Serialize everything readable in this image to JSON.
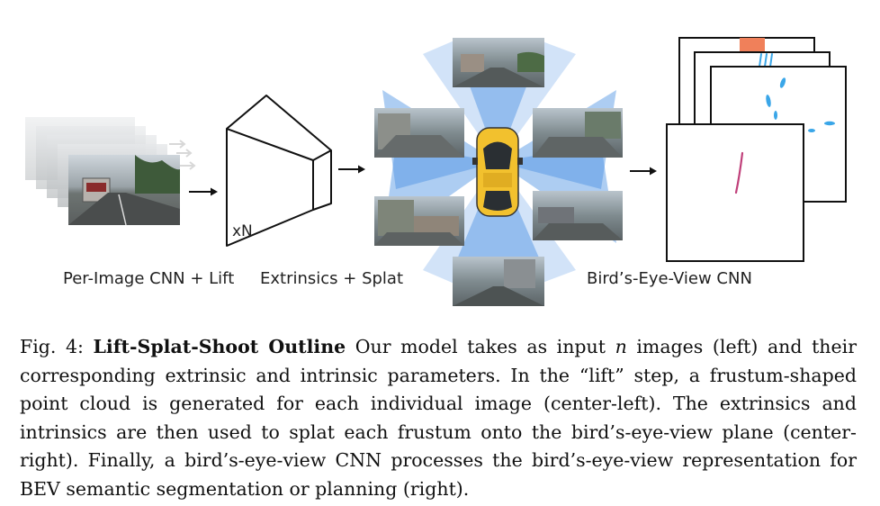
{
  "figure": {
    "stage_labels": {
      "lift": "Per-Image CNN + Lift",
      "splat": "Extrinsics + Splat",
      "shoot": "Bird’s-Eye-View CNN"
    },
    "frustum_multiplier": "xN",
    "colors": {
      "frustum_blue": "#4a90e2",
      "car_yellow": "#f2c12e",
      "bev_salmon": "#f0805a",
      "bev_cyan": "#3aa6e8",
      "bev_magenta": "#c0407a"
    }
  },
  "caption": {
    "fig_num": "Fig. 4:",
    "title": "Lift-Splat-Shoot Outline",
    "t1": " Our model takes as input ",
    "var_n": "n",
    "t2": " images (left) and their corresponding extrinsic and intrinsic parameters. In the “lift” step, a frustum-shaped point cloud is generated for each individual image (center-left). The extrinsics and intrinsics are then used to splat each frustum onto the bird’s-eye-view plane (center-right). Finally, a bird’s-eye-view CNN processes the bird’s-eye-view representation for BEV semantic segmentation or planning (right)."
  }
}
